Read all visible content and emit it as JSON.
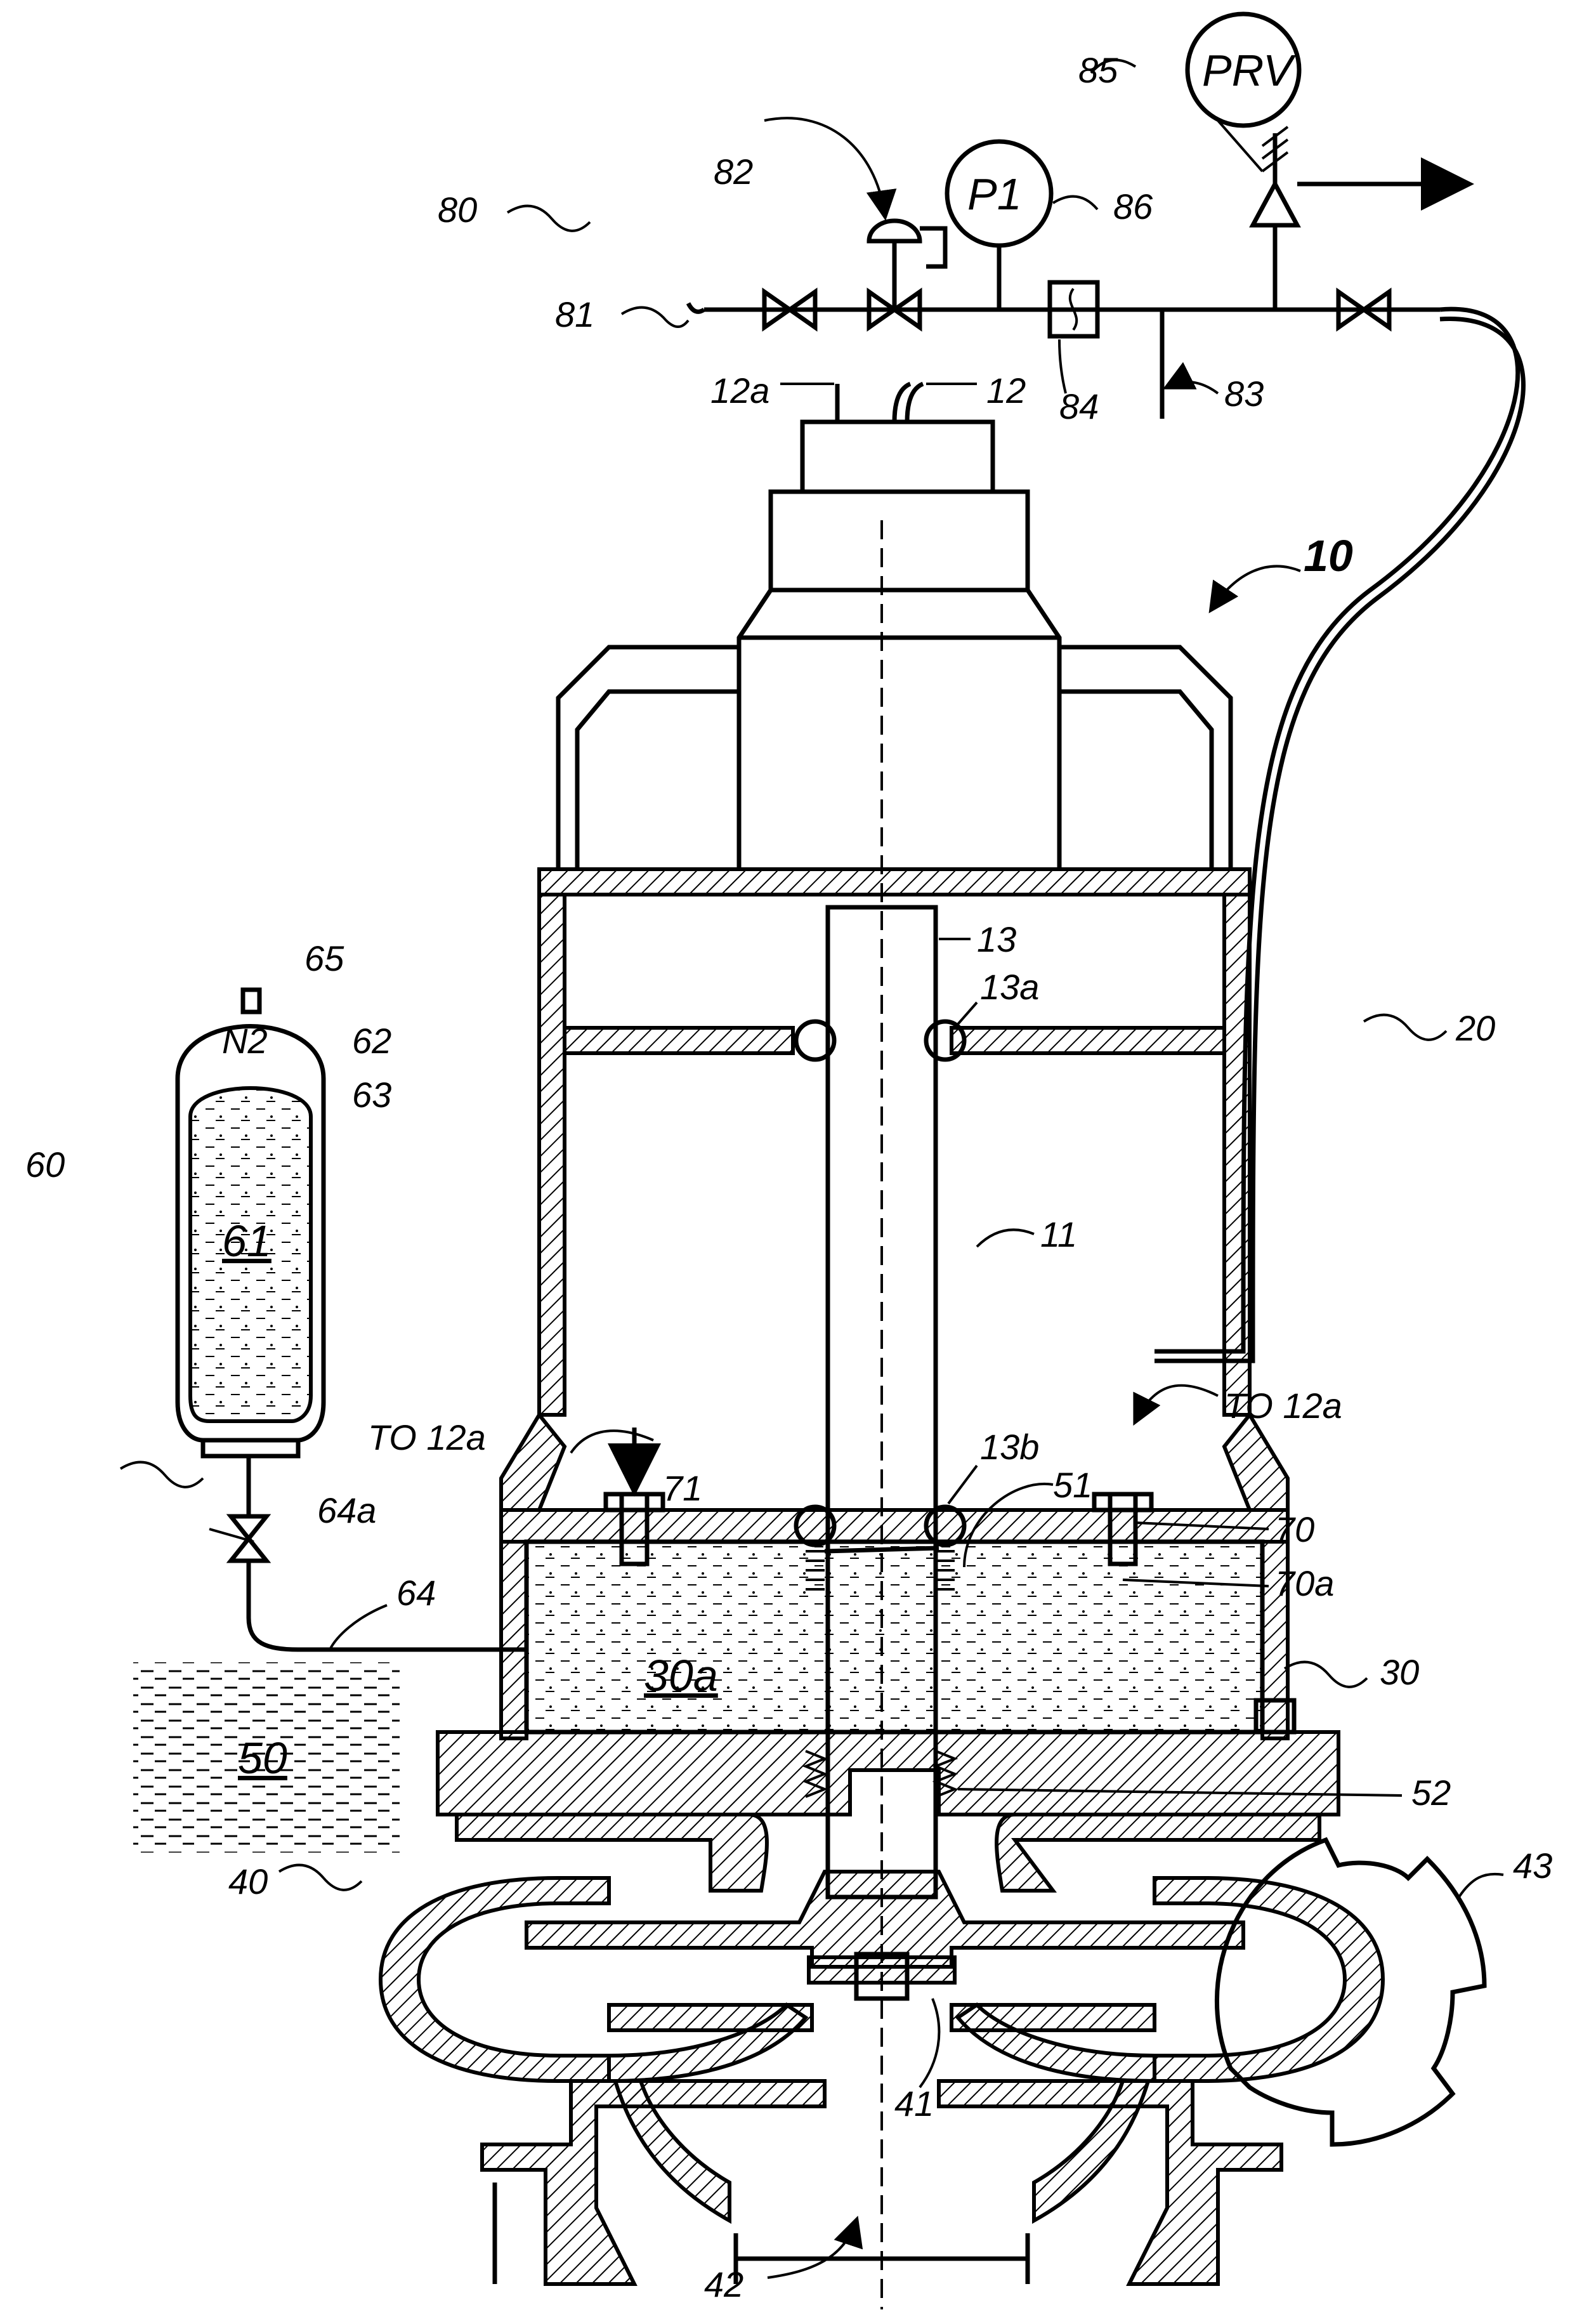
{
  "labels": {
    "l80": "80",
    "l82": "82",
    "l85": "85",
    "l86": "86",
    "lPRV": "PRV",
    "lP1": "P1",
    "l81": "81",
    "l12a": "12a",
    "l12": "12",
    "l84": "84",
    "l83": "83",
    "l10": "10",
    "l13": "13",
    "l13a": "13a",
    "l65": "65",
    "lN2": "N2",
    "l62": "62",
    "l63": "63",
    "l20": "20",
    "l60": "60",
    "l61": "61",
    "l11": "11",
    "lTo12aR": "TO 12a",
    "l13b": "13b",
    "lTo12aL": "TO 12a",
    "l71": "71",
    "l51": "51",
    "l64a": "64a",
    "l70": "70",
    "l70a": "70a",
    "l64": "64",
    "l30a": "30a",
    "l30": "30",
    "l50": "50",
    "l52": "52",
    "l43": "43",
    "l40": "40",
    "l41": "41",
    "l42": "42"
  },
  "icons": {
    "valve": "bowtie-valve-icon",
    "gauge": "pressure-gauge-icon",
    "relief": "pressure-relief-valve-icon",
    "flow": "flow-meter-icon"
  }
}
